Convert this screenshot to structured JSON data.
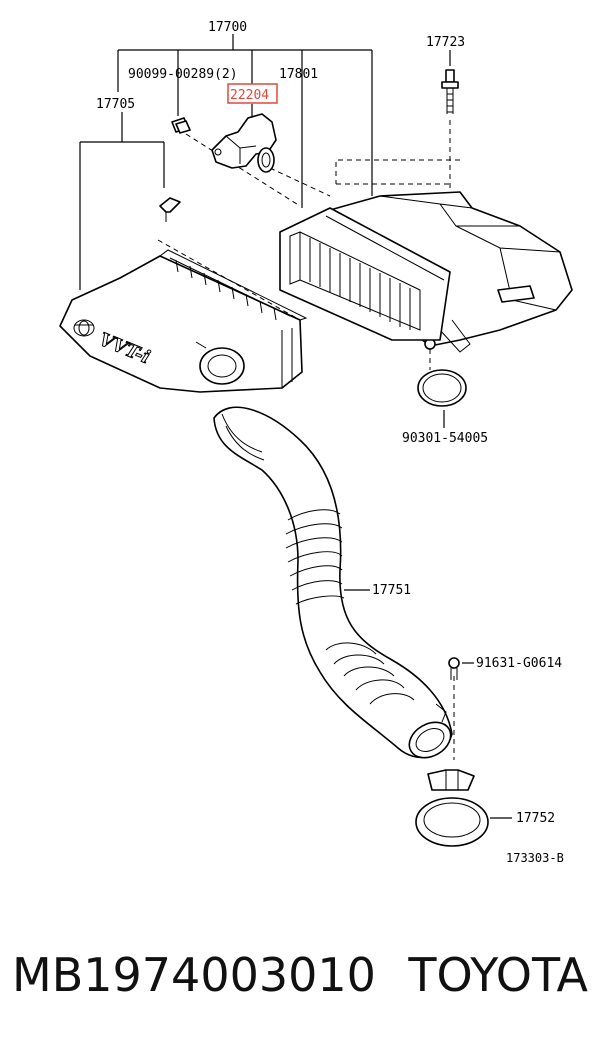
{
  "callouts": {
    "c17700": "17700",
    "c90099": "90099-00289(2)",
    "c17801": "17801",
    "c17705": "17705",
    "c22204": "22204",
    "c17723": "17723",
    "c90301": "90301-54005",
    "c17751": "17751",
    "c91631": "91631-G0614",
    "c17752": "17752",
    "ref": "173303-B"
  },
  "cover_marking": "VVT-i",
  "highlighted_part": "22204",
  "highlight_color": "#e0483c",
  "caption": {
    "part_number": "MB1974003010",
    "brand": "TOYOTA"
  }
}
